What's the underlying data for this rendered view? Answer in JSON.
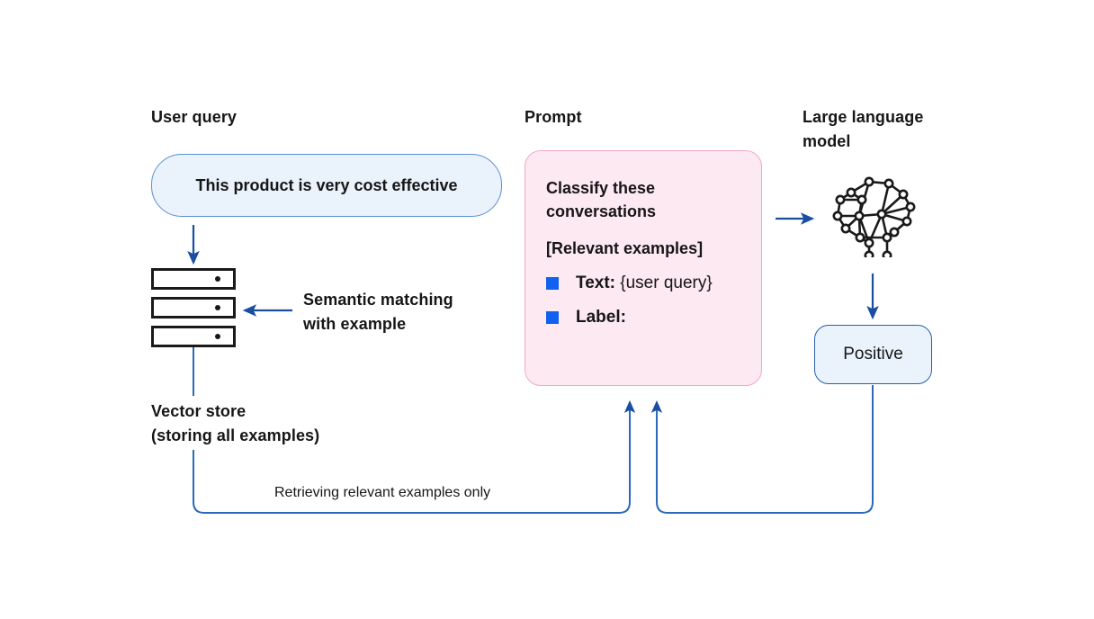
{
  "diagram": {
    "title_absent": true,
    "accent_blue": "#1161f0",
    "arrow_blue": "#1a4fa0",
    "line_blue": "#2a6ab8",
    "prompt_fill": "#fde9f1",
    "prompt_border": "#f2a8c6",
    "box_fill": "#eaf2fb",
    "box_border": "#5b8fd4",
    "ink": "#161616"
  },
  "user_query": {
    "heading": "User query",
    "text": "This product is very cost effective"
  },
  "vector_store": {
    "caption": "Vector store\n(storing all examples)",
    "rows": 3,
    "icon": "database-stack-icon"
  },
  "semantic_matching": {
    "label": "Semantic matching\nwith example"
  },
  "prompt": {
    "heading": "Prompt",
    "line1": "Classify these",
    "line2": "conversations",
    "line3": "[Relevant examples]",
    "bullets": [
      {
        "bold": "Text:",
        "rest": " {user query}"
      },
      {
        "bold": "Label:",
        "rest": ""
      }
    ]
  },
  "llm": {
    "heading": "Large language\nmodel",
    "icon": "neural-network-brain-icon"
  },
  "output": {
    "label": "Positive"
  },
  "retrieval": {
    "caption": "Retrieving relevant examples only"
  }
}
